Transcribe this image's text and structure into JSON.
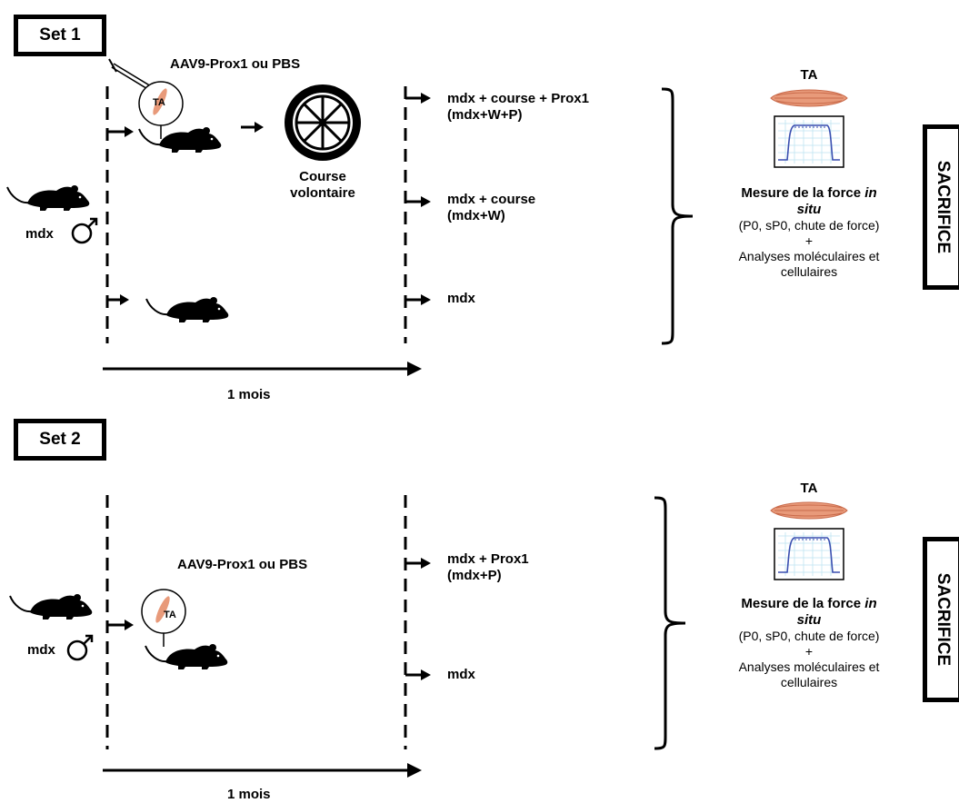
{
  "set1": {
    "label": "Set 1",
    "injection": "AAV9-Prox1 ou PBS",
    "muscle_tag": "TA",
    "wheel_label_line1": "Course",
    "wheel_label_line2": "volontaire",
    "mouse_label": "mdx",
    "male_symbol": "♂",
    "groups": [
      {
        "line1": "mdx + course + Prox1",
        "line2": "(mdx+W+P)"
      },
      {
        "line1": "mdx + course",
        "line2": "(mdx+W)"
      },
      {
        "line1": "mdx",
        "line2": ""
      }
    ],
    "duration": "1 mois",
    "outcome": {
      "muscle": "TA",
      "title": "Mesure de la force ",
      "title_italic_a": "in",
      "title_italic_b": "situ",
      "params": "(P0, sP0, chute de force)",
      "plus": "+",
      "analyses_line1": "Analyses moléculaires et",
      "analyses_line2": "cellulaires"
    },
    "end": "SACRIFICE"
  },
  "set2": {
    "label": "Set 2",
    "injection": "AAV9-Prox1 ou PBS",
    "muscle_tag": "TA",
    "mouse_label": "mdx",
    "male_symbol": "♂",
    "groups": [
      {
        "line1": "mdx + Prox1",
        "line2": "(mdx+P)"
      },
      {
        "line1": "mdx",
        "line2": ""
      }
    ],
    "duration": "1 mois",
    "outcome": {
      "muscle": "TA",
      "title": "Mesure de la force ",
      "title_italic_a": "in",
      "title_italic_b": "situ",
      "params": "(P0, sP0, chute de force)",
      "plus": "+",
      "analyses_line1": "Analyses moléculaires et",
      "analyses_line2": "cellulaires"
    },
    "end": "SACRIFICE"
  },
  "colors": {
    "muscle": "#e89a7a",
    "muscle_dark": "#c96a4a",
    "trace": "#3a4fb0",
    "grid": "#bfe4f2"
  },
  "icons": [
    "syringe-icon",
    "mouse-icon",
    "running-wheel-icon",
    "male-symbol-icon",
    "muscle-icon",
    "force-trace-icon"
  ]
}
